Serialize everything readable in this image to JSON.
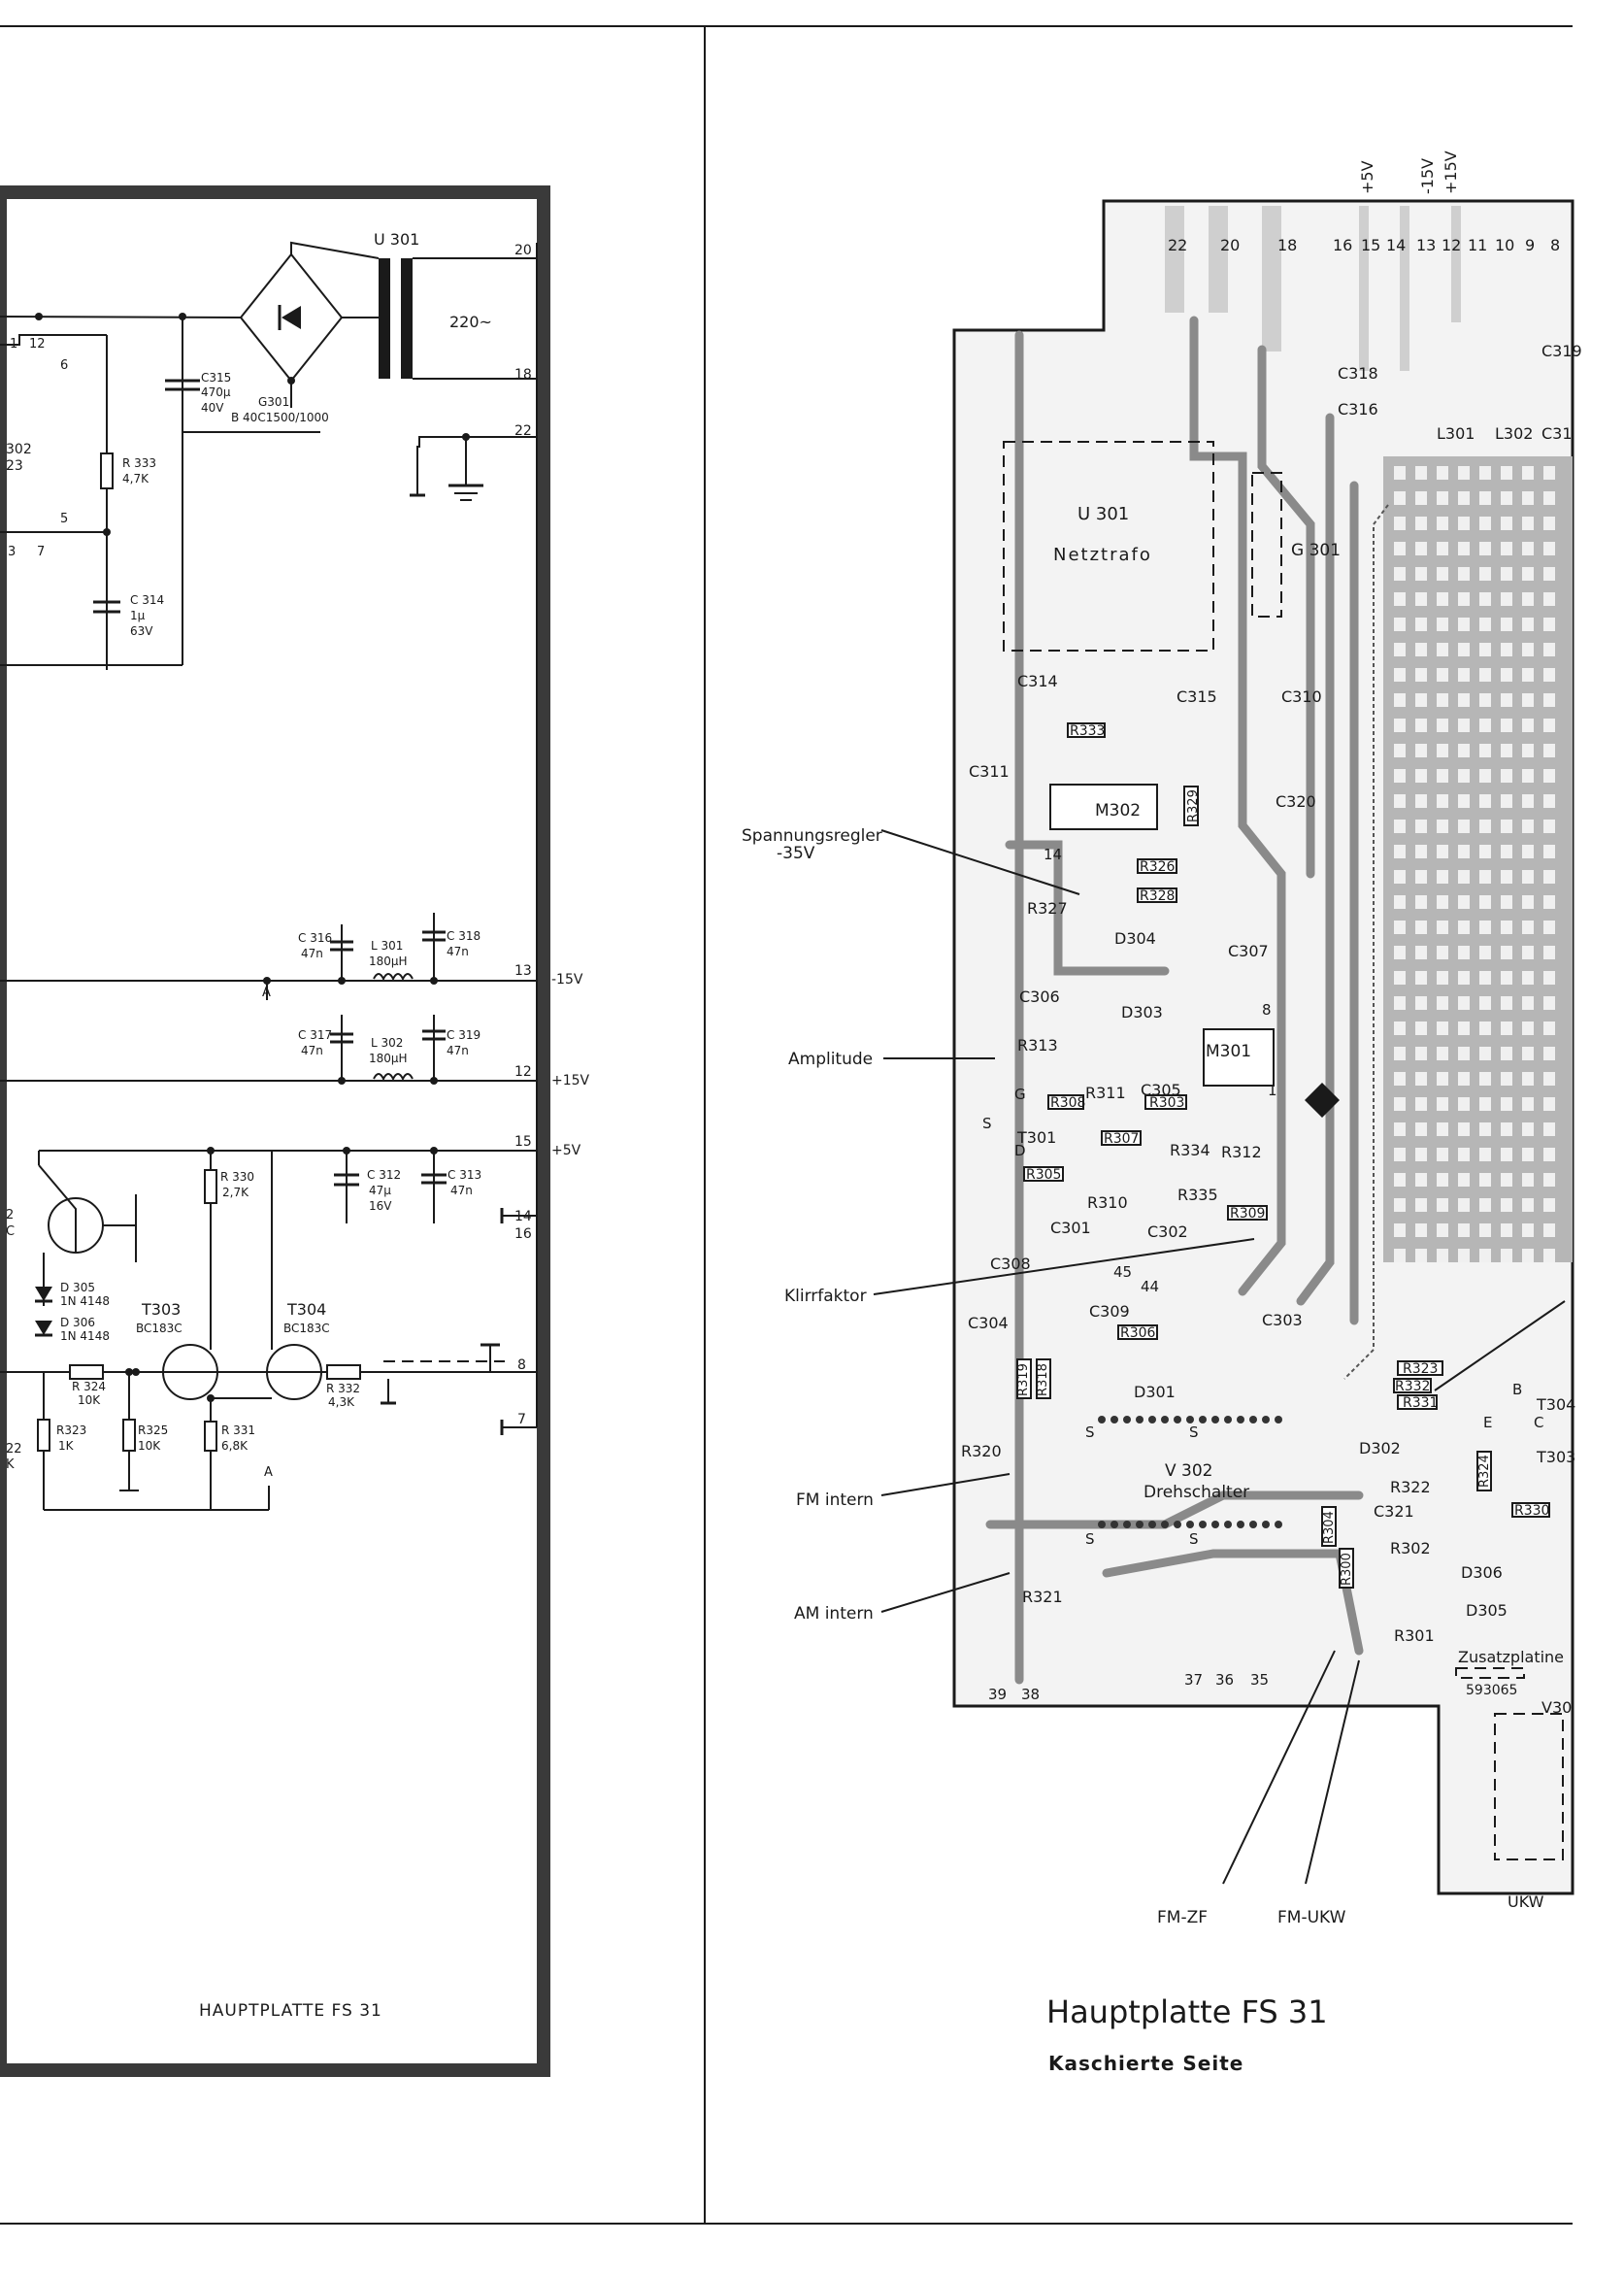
{
  "left_panel": {
    "title": "HAUPTPLATTE   FS 31",
    "transformer": "U 301",
    "mains": "220~",
    "pin_labels": [
      "20",
      "18",
      "22",
      "13",
      "12",
      "15",
      "14",
      "16",
      "8",
      "7"
    ],
    "rail_labels": [
      "-15V",
      "+15V",
      "+5V"
    ],
    "ic_partial": [
      "302",
      "23"
    ],
    "ic_pins": [
      "1",
      "12",
      "6",
      "5",
      "3",
      "7"
    ],
    "components": {
      "c315": "C315",
      "c315_val": "470µ",
      "c315_v": "40V",
      "g301": "G301",
      "g301_val": "B 40C1500/1000",
      "r333": "R 333",
      "r333_val": "4,7K",
      "c314": "C 314",
      "c314_val": "1µ",
      "c314_v": "63V",
      "c316": "C 316",
      "c316_val": "47n",
      "l301": "L 301",
      "l301_val": "180µH",
      "c318": "C 318",
      "c318_val": "47n",
      "c317": "C 317",
      "c317_val": "47n",
      "l302": "L 302",
      "l302_val": "180µH",
      "c319": "C 319",
      "c319_val": "47n",
      "r330": "R 330",
      "r330_val": "2,7K",
      "c312": "C 312",
      "c312_val": "47µ",
      "c312_v": "16V",
      "c313": "C 313",
      "c313_val": "47n",
      "d305": "D 305",
      "d305_val": "1N 4148",
      "d306": "D 306",
      "d306_val": "1N 4148",
      "t303": "T303",
      "t303_val": "BC183C",
      "t304": "T304",
      "t304_val": "BC183C",
      "r324": "R 324",
      "r324_val": "10K",
      "r323": "R323",
      "r323_val": "1K",
      "r325": "R325",
      "r325_val": "10K",
      "r331": "R 331",
      "r331_val": "6,8K",
      "r332": "R 332",
      "r332_val": "4,3K"
    },
    "misc": [
      "A",
      "A",
      "2",
      "C",
      "22",
      "K"
    ]
  },
  "right_panel": {
    "title": "Hauptplatte  FS 31",
    "subtitle": "Kaschierte  Seite",
    "top_rails": [
      "+5V",
      "-15V",
      "+15V"
    ],
    "edge_pins": [
      "22",
      "20",
      "18",
      "16",
      "15",
      "14",
      "13",
      "12",
      "11",
      "10",
      "9",
      "8"
    ],
    "callouts": {
      "spannungsregler": "Spannungsregler",
      "spannungsregler_val": "-35V",
      "amplitude": "Amplitude",
      "klirrfaktor": "Klirrfaktor",
      "fm_intern": "FM intern",
      "am_intern": "AM intern",
      "fm_zf": "FM-ZF",
      "fm_ukw": "FM-UKW"
    },
    "blocks": {
      "u301": "U 301",
      "netztrafo": "Netztrafo",
      "g301": "G 301",
      "m302": "M302",
      "m301": "M301",
      "v302": "V 302",
      "drehschalter": "Drehschalter",
      "zusatzplatine": "Zusatzplatine",
      "zusatz_nr": "593065",
      "ukw": "UKW",
      "v30": "V30"
    },
    "parts": [
      "C318",
      "C316",
      "L301",
      "L302",
      "C31",
      "C319",
      "C314",
      "C315",
      "C310",
      "R333",
      "C311",
      "R329",
      "C320",
      "R326",
      "R327",
      "R328",
      "D304",
      "C307",
      "C306",
      "D303",
      "R313",
      "R311",
      "C305",
      "R308",
      "R303",
      "T301",
      "R307",
      "R334",
      "R312",
      "R305",
      "R310",
      "R335",
      "R309",
      "C301",
      "C302",
      "C308",
      "C309",
      "C304",
      "R306",
      "C303",
      "D301",
      "R323",
      "R332",
      "R331",
      "T304",
      "T303",
      "R319",
      "R318",
      "R320",
      "D302",
      "R322",
      "R324",
      "R330",
      "C321",
      "R304",
      "R300",
      "R302",
      "D306",
      "D305",
      "R321",
      "R301"
    ],
    "pin_nums": [
      "14",
      "8",
      "1",
      "45",
      "44",
      "39",
      "38",
      "37",
      "36",
      "35"
    ],
    "terminals": [
      "G",
      "S",
      "D",
      "E",
      "B",
      "C",
      "S",
      "S",
      "S",
      "S"
    ]
  }
}
